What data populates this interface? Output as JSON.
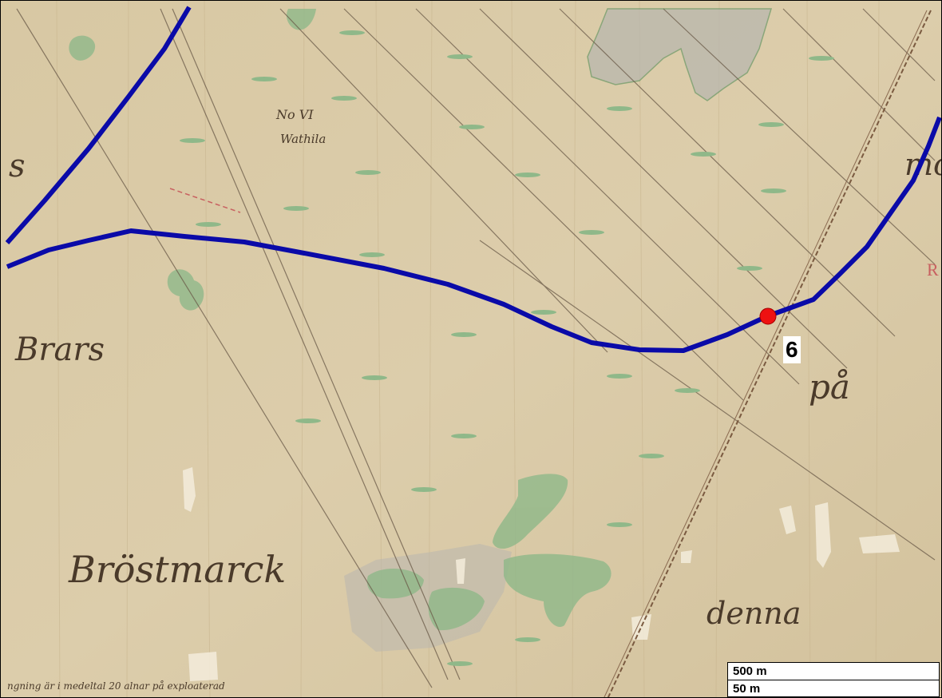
{
  "map": {
    "place_labels": {
      "brostmarck": "Bröstmarck",
      "brars": "Brars",
      "pa": "på",
      "denna": "denna",
      "no_vi": "No VI",
      "wathila": "Wathila",
      "s_left": "s",
      "mo_right": "mo",
      "r_right": "R"
    },
    "marker": {
      "label": "6",
      "color": "#ee1111"
    },
    "route_color": "#0a0aa8",
    "scale_bar": {
      "large": "500 m",
      "small": "50 m"
    },
    "bottom_note": "ngning är i medeltal 20 alnar på exploaterad",
    "colors": {
      "paper": "#d9c9a4",
      "meadow_green": "#8fb889",
      "pale_lake": "#b9b7ae",
      "ink": "#4a3a2a",
      "red_ink": "#c86060"
    }
  }
}
